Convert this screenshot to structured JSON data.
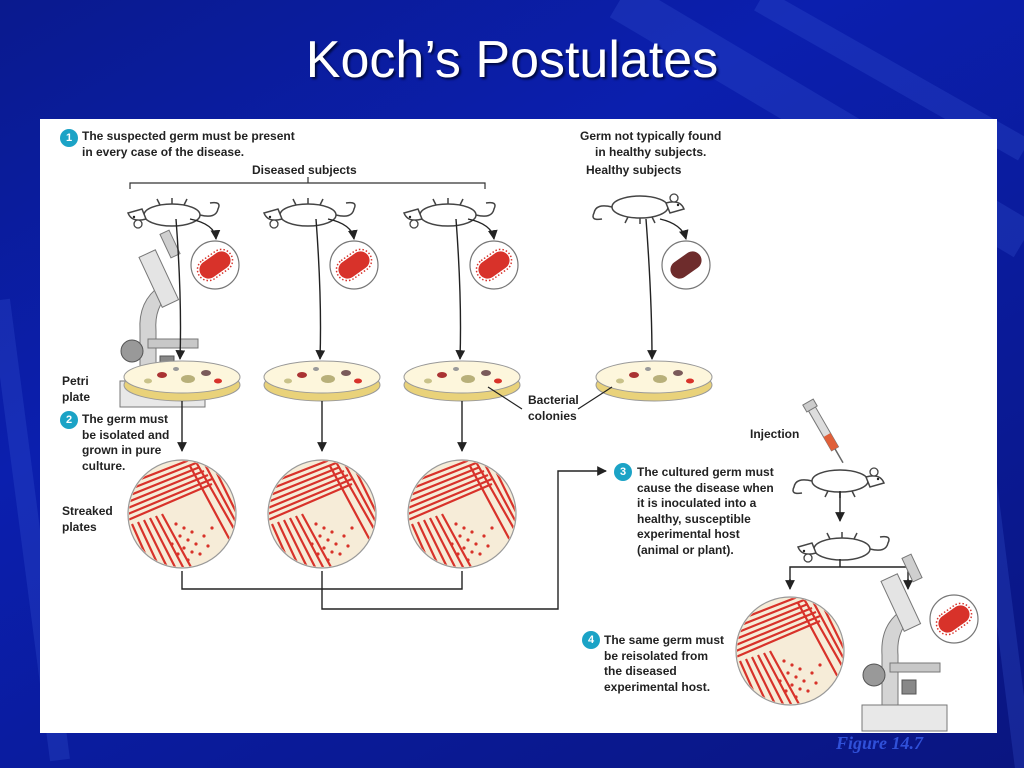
{
  "slide": {
    "title": "Koch’s Postulates",
    "figure_caption": "Figure 14.7"
  },
  "diagram": {
    "step1": {
      "number": "1",
      "line1": "The suspected germ must be present",
      "line2": "in every case of the disease."
    },
    "germ_not_found": {
      "line1": "Germ not typically found",
      "line2": "in healthy subjects."
    },
    "diseased_subjects": "Diseased subjects",
    "healthy_subjects": "Healthy subjects",
    "petri_plate": {
      "line1": "Petri",
      "line2": "plate"
    },
    "bacterial_colonies": {
      "line1": "Bacterial",
      "line2": "colonies"
    },
    "step2": {
      "number": "2",
      "line1": "The germ must",
      "line2": "be isolated and",
      "line3": "grown in pure",
      "line4": "culture."
    },
    "streaked_plates": {
      "line1": "Streaked",
      "line2": "plates"
    },
    "injection": "Injection",
    "step3": {
      "number": "3",
      "line1": "The cultured germ must",
      "line2": "cause the disease when",
      "line3": "it is inoculated into a",
      "line4": "healthy, susceptible",
      "line5": "experimental host",
      "line6": "(animal or plant)."
    },
    "step4": {
      "number": "4",
      "line1": "The same germ must",
      "line2": "be reisolated from",
      "line3": "the diseased",
      "line4": "experimental host."
    }
  },
  "colors": {
    "germ_red": "#d8322a",
    "accent_blue": "#1ba3c6",
    "healthy_germ": "#6e2c2c"
  }
}
